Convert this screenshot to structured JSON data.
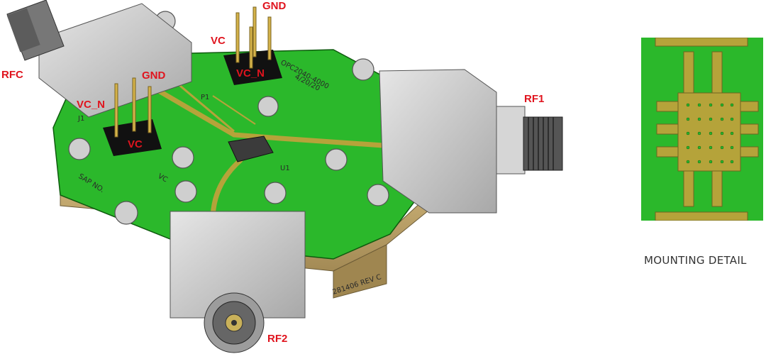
{
  "labels": {
    "rfc": "RFC",
    "rf1": "RF1",
    "rf2": "RF2",
    "gnd_top": "GND",
    "vc_top": "VC",
    "vc_n_top": "VC_N",
    "gnd_left": "GND",
    "vc_n_left": "VC_N",
    "vc_left": "VC"
  },
  "silkscreen": {
    "part_number": "OPC2040-4000",
    "date_code": "4/20/20",
    "revision": "281406 REV C",
    "sap_no": "SAP NO.",
    "ref_j1": "J1",
    "ref_p1": "P1",
    "ref_u1": "U1",
    "pin_vc": "VC"
  },
  "caption": "MOUNTING DETAIL",
  "colors": {
    "pcb": "#2bb82b",
    "gold": "#b5a33a",
    "metal": "#c9c9c9",
    "header": "#111111",
    "callout": "#e0141e"
  }
}
